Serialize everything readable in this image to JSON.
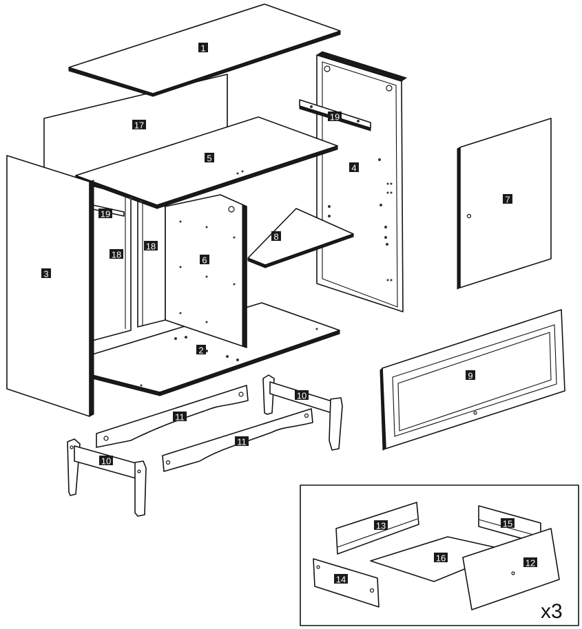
{
  "diagram": {
    "parts": [
      {
        "id": "part-1",
        "number": "1"
      },
      {
        "id": "part-2",
        "number": "2"
      },
      {
        "id": "part-3",
        "number": "3"
      },
      {
        "id": "part-4",
        "number": "4"
      },
      {
        "id": "part-5",
        "number": "5"
      },
      {
        "id": "part-6",
        "number": "6"
      },
      {
        "id": "part-7",
        "number": "7"
      },
      {
        "id": "part-8",
        "number": "8"
      },
      {
        "id": "part-9",
        "number": "9"
      },
      {
        "id": "part-10a",
        "number": "10"
      },
      {
        "id": "part-10b",
        "number": "10"
      },
      {
        "id": "part-11a",
        "number": "11"
      },
      {
        "id": "part-11b",
        "number": "11"
      },
      {
        "id": "part-12",
        "number": "12"
      },
      {
        "id": "part-13",
        "number": "13"
      },
      {
        "id": "part-14",
        "number": "14"
      },
      {
        "id": "part-15",
        "number": "15"
      },
      {
        "id": "part-16",
        "number": "16"
      },
      {
        "id": "part-17",
        "number": "17"
      },
      {
        "id": "part-18a",
        "number": "18"
      },
      {
        "id": "part-18b",
        "number": "18"
      },
      {
        "id": "part-19a",
        "number": "19"
      },
      {
        "id": "part-19b",
        "number": "19"
      }
    ],
    "drawer_inset": {
      "quantity_label": "x3"
    }
  }
}
